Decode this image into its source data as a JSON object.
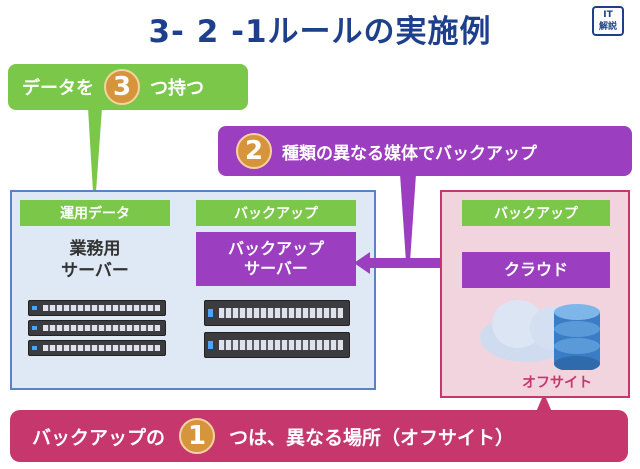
{
  "title": "3- 2 -1ルールの実施例",
  "badge": {
    "line1": "IT",
    "line2": "解説"
  },
  "top_left_pill": {
    "before": "データを",
    "number": "3",
    "after": "つ持つ"
  },
  "middle_pill": {
    "number": "2",
    "text": "種類の異なる媒体でバックアップ"
  },
  "bottom_pill": {
    "before": "バックアップの",
    "number": "1",
    "after": "つは、異なる場所（オフサイト）"
  },
  "local_site": {
    "operational_label": "運用データ",
    "backup_label": "バックアップ",
    "business_server_line1": "業務用",
    "business_server_line2": "サーバー",
    "backup_server_line1": "バックアップ",
    "backup_server_line2": "サーバー"
  },
  "offsite": {
    "backup_label": "バックアップ",
    "cloud_label": "クラウド",
    "location_label": "オフサイト"
  },
  "colors": {
    "title": "#1d3f8c",
    "green": "#7bc74a",
    "purple": "#9b3fc0",
    "magenta": "#c6376e",
    "number_badge": "#d6953c"
  }
}
